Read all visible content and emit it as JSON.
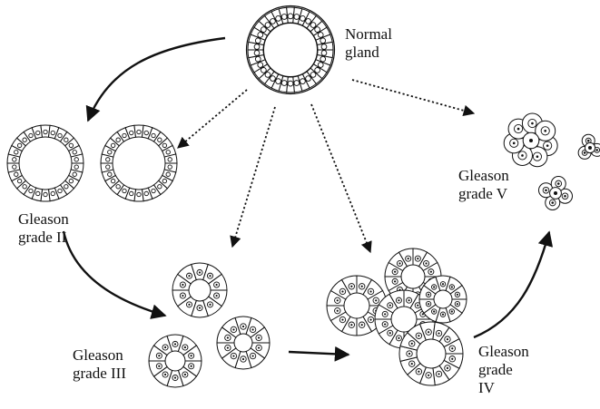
{
  "labels": {
    "normal": [
      "Normal",
      "gland"
    ],
    "grade2": [
      "Gleason",
      "grade II"
    ],
    "grade3": [
      "Gleason",
      "grade III"
    ],
    "grade4": [
      "Gleason",
      "grade",
      "IV"
    ],
    "grade5": [
      "Gleason",
      "grade V"
    ]
  },
  "colors": {
    "ink": "#111111",
    "cell_fill": "#ffffff",
    "background": "#ffffff"
  }
}
